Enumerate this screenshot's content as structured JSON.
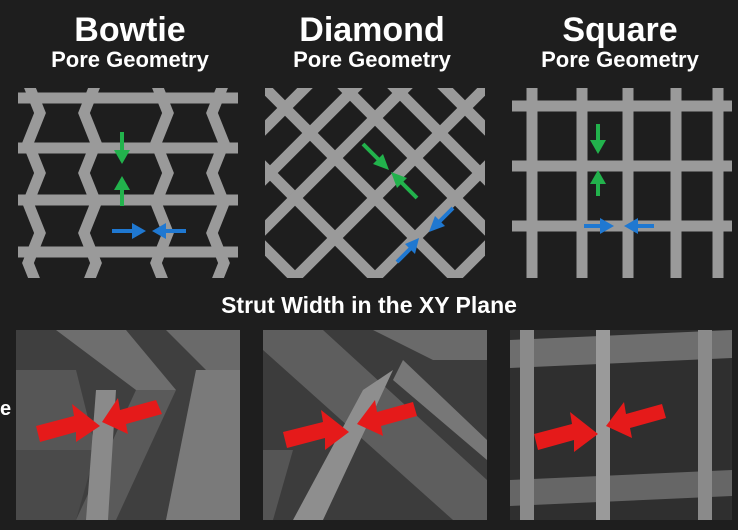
{
  "columns": [
    {
      "title": "Bowtie",
      "subtitle": "Pore Geometry"
    },
    {
      "title": "Diamond",
      "subtitle": "Pore Geometry"
    },
    {
      "title": "Square",
      "subtitle": "Pore Geometry"
    }
  ],
  "section_title": "Strut Width in the XY Plane",
  "edge_label": "e",
  "colors": {
    "background": "#1e1e1e",
    "strut": "#9a9a9a",
    "green_arrow": "#22b24c",
    "blue_arrow": "#1f78d1",
    "red_arrow": "#e51a1a"
  }
}
